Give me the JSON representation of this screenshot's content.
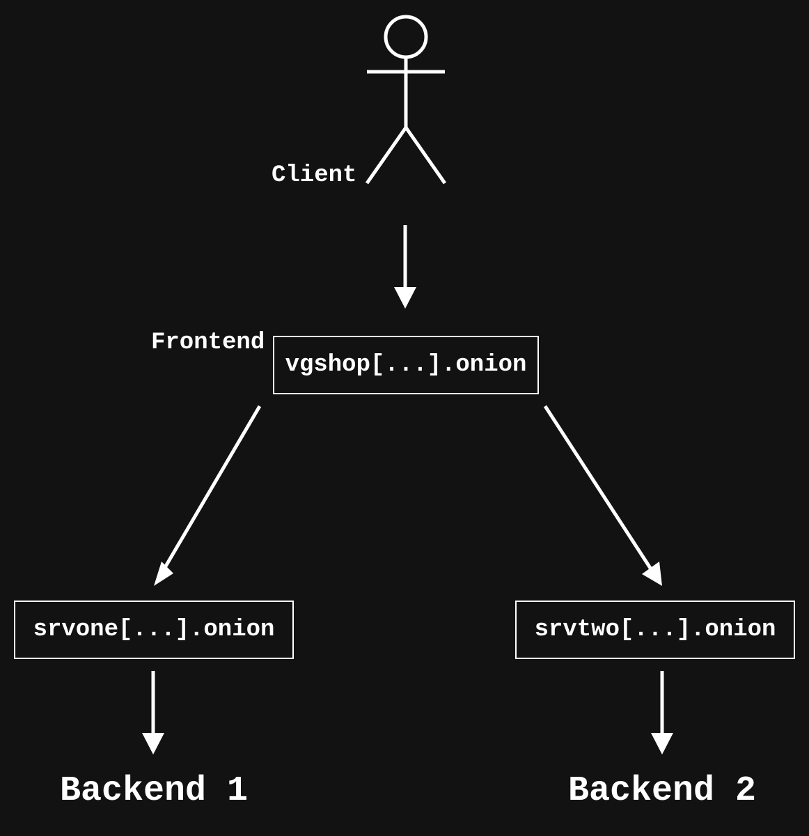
{
  "nodes": {
    "client_label": "Client",
    "frontend_label": "Frontend",
    "frontend_host": "vgshop[...].onion",
    "backend1_host": "srvone[...].onion",
    "backend2_host": "srvtwo[...].onion",
    "backend1_label": "Backend 1",
    "backend2_label": "Backend 2"
  },
  "colors": {
    "background": "#121212",
    "foreground": "#ffffff"
  },
  "icons": {
    "client": "stick-figure-icon"
  }
}
